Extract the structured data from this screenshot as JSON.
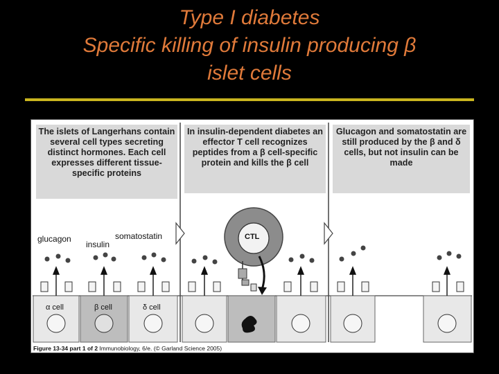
{
  "slide": {
    "title_line1": "Type I diabetes",
    "title_line2": "Specific killing of insulin producing β",
    "title_line3": "islet cells"
  },
  "panels": [
    {
      "text": "The islets of Langerhans contain several cell types secreting distinct hormones. Each cell expresses different tissue-specific proteins"
    },
    {
      "text": "In insulin-dependent diabetes an effector T cell recognizes peptides from a β cell-specific protein and kills the β cell"
    },
    {
      "text": "Glucagon and somatostatin are still produced by the β and δ cells, but not insulin can be made"
    }
  ],
  "labels": {
    "glucagon": "glucagon",
    "insulin": "insulin",
    "somatostatin": "somatostatin",
    "alpha_cell": "α cell",
    "beta_cell": "β cell",
    "delta_cell": "δ cell",
    "ctl": "CTL"
  },
  "caption": {
    "figure": "Figure 13-34 part 1 of 2",
    "source": " Immunobiology, 6/e. (© Garland Science 2005)"
  },
  "colors": {
    "title": "#e07a3a",
    "rule": "#c9b51f",
    "panel_fill": "#d9d9d9"
  }
}
